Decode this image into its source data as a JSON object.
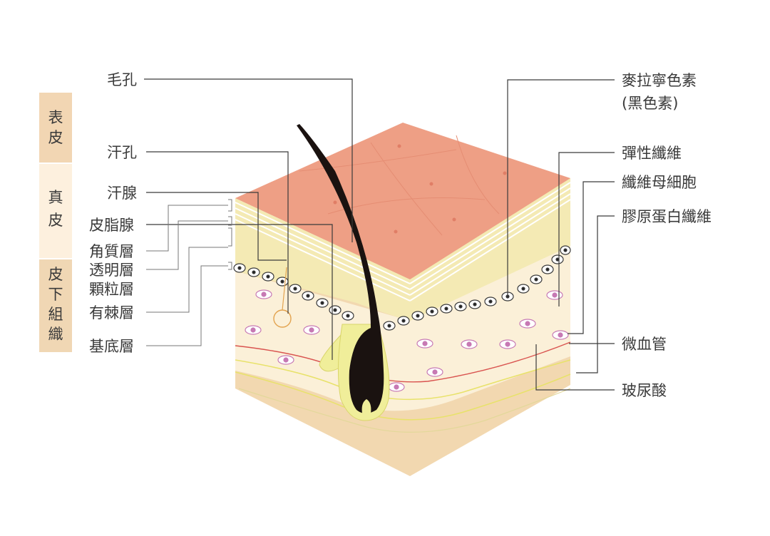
{
  "layer_bands": [
    {
      "id": "epidermis",
      "chars": [
        "表",
        "皮"
      ]
    },
    {
      "id": "dermis",
      "chars": [
        "真",
        "皮"
      ]
    },
    {
      "id": "subcutaneous",
      "chars": [
        "皮",
        "下",
        "組",
        "織"
      ]
    }
  ],
  "left_labels": {
    "pore": "毛孔",
    "sweat_pore": "汗孔",
    "sweat_gland": "汗腺",
    "sebaceous_gland": "皮脂腺",
    "stratum_corneum": "角質層",
    "stratum_lucidum": "透明層",
    "stratum_granulosum": "顆粒層",
    "stratum_spinosum": "有棘層",
    "stratum_basale": "基底層"
  },
  "right_labels": {
    "melanin_line1": "麥拉寧色素",
    "melanin_line2": "(黑色素)",
    "elastic_fiber": "彈性纖維",
    "fibroblast": "纖維母細胞",
    "collagen_fiber": "膠原蛋白纖維",
    "capillary": "微血管",
    "hyaluronic_acid": "玻尿酸"
  },
  "colors": {
    "epidermis_band": "#f2d6b3",
    "dermis_band": "#fdf0de",
    "subcutaneous_band": "#f0d7b4",
    "skin_top": "#ee9f85",
    "layers_yellow": "#f4eab4",
    "dermis_fill": "#fbf0d8",
    "subcutaneous_fill": "#f2d8b0",
    "hair": "#1a1210",
    "capillary_line": "#d9534f",
    "fibroblast_fill": "#c779b4"
  }
}
